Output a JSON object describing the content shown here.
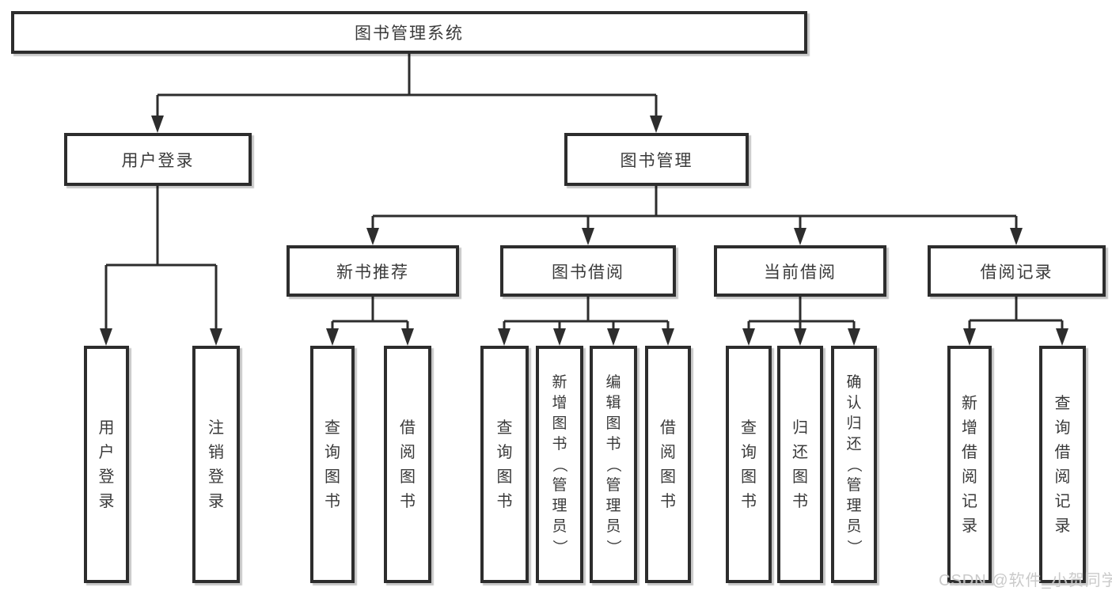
{
  "diagram": {
    "type": "hierarchy-tree",
    "root": {
      "label": "图书管理系统"
    },
    "level2": [
      {
        "label": "用户登录"
      },
      {
        "label": "图书管理"
      }
    ],
    "level3": [
      {
        "label": "新书推荐",
        "parent": "图书管理"
      },
      {
        "label": "图书借阅",
        "parent": "图书管理"
      },
      {
        "label": "当前借阅",
        "parent": "图书管理"
      },
      {
        "label": "借阅记录",
        "parent": "图书管理"
      }
    ],
    "leaves": [
      {
        "label": "用户登录",
        "parent": "用户登录"
      },
      {
        "label": "注销登录",
        "parent": "用户登录"
      },
      {
        "label": "查询图书",
        "parent": "新书推荐"
      },
      {
        "label": "借阅图书",
        "parent": "新书推荐"
      },
      {
        "label": "查询图书",
        "parent": "图书借阅"
      },
      {
        "label": "新增图书（管理员）",
        "parent": "图书借阅"
      },
      {
        "label": "编辑图书（管理员）",
        "parent": "图书借阅"
      },
      {
        "label": "借阅图书",
        "parent": "图书借阅"
      },
      {
        "label": "查询图书",
        "parent": "当前借阅"
      },
      {
        "label": "归还图书",
        "parent": "当前借阅"
      },
      {
        "label": "确认归还（管理员）",
        "parent": "当前借阅"
      },
      {
        "label": "新增借阅记录",
        "parent": "借阅记录"
      },
      {
        "label": "查询借阅记录",
        "parent": "借阅记录"
      }
    ]
  },
  "watermark": {
    "text": "CSDN @软件_小贺同学"
  },
  "colors": {
    "background": "#ffffff",
    "line": "#2d2d2d",
    "box_border": "#2d2d2d",
    "box_fill": "#ffffff",
    "text": "#3a3a3a",
    "watermark": "#c6c6c6"
  }
}
